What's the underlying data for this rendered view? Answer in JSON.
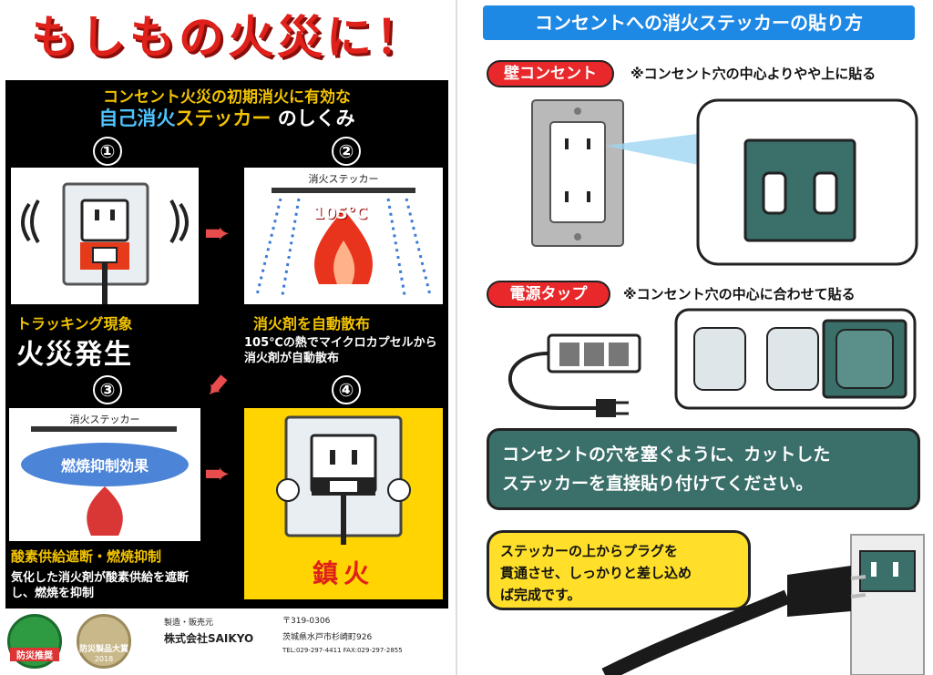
{
  "left": {
    "main_title": "もしもの火災に！",
    "head_line1": "コンセント火災の初期消火に有効な",
    "head_line2_a": "自己消火",
    "head_line2_b": "ステッカー",
    "head_line2_c": "のしくみ",
    "steps": [
      {
        "num": "①",
        "caption_yellow": "トラッキング現象",
        "caption_big": "火災発生"
      },
      {
        "num": "②",
        "card_label": "消火ステッカー",
        "temp": "105℃",
        "caption_yellow": "消火剤を自動散布",
        "caption_white": "105℃の熱でマイクロカプセルから消火剤が自動散布"
      },
      {
        "num": "③",
        "card_label": "消火ステッカー",
        "effect": "燃焼抑制効果",
        "caption_yellow": "酸素供給遮断・燃焼抑制",
        "caption_white": "気化した消火剤が酸素供給を遮断し、燃焼を抑制"
      },
      {
        "num": "④",
        "caption_big": "鎮火"
      }
    ],
    "footer": {
      "badge1": "防災推奨",
      "badge2": "防災製品大賞",
      "badge2_year": "2018",
      "maker_label": "製造・販売元",
      "maker_name": "株式会社SAIKYO",
      "postal": "〒319-0306",
      "address": "茨城県水戸市杉崎町926",
      "tel": "TEL:029-297-4411  FAX:029-297-2855"
    }
  },
  "right": {
    "title": "コンセントへの消火ステッカーの貼り方",
    "wall_label": "壁コンセント",
    "wall_note": "※コンセント穴の中心よりやや上に貼る",
    "tap_label": "電源タップ",
    "tap_note": "※コンセント穴の中心に合わせて貼る",
    "callout_line1": "コンセントの穴を塞ぐように、カットした",
    "callout_line2": "ステッカーを直接貼り付けてください。",
    "yellow_line1": "ステッカーの上からプラグを",
    "yellow_line2": "貫通させ、しっかりと差し込め",
    "yellow_line3": "ば完成です。"
  },
  "colors": {
    "red": "#e0201a",
    "yellow": "#f2c300",
    "blue": "#1e88e5",
    "teal": "#3a6f6a"
  }
}
